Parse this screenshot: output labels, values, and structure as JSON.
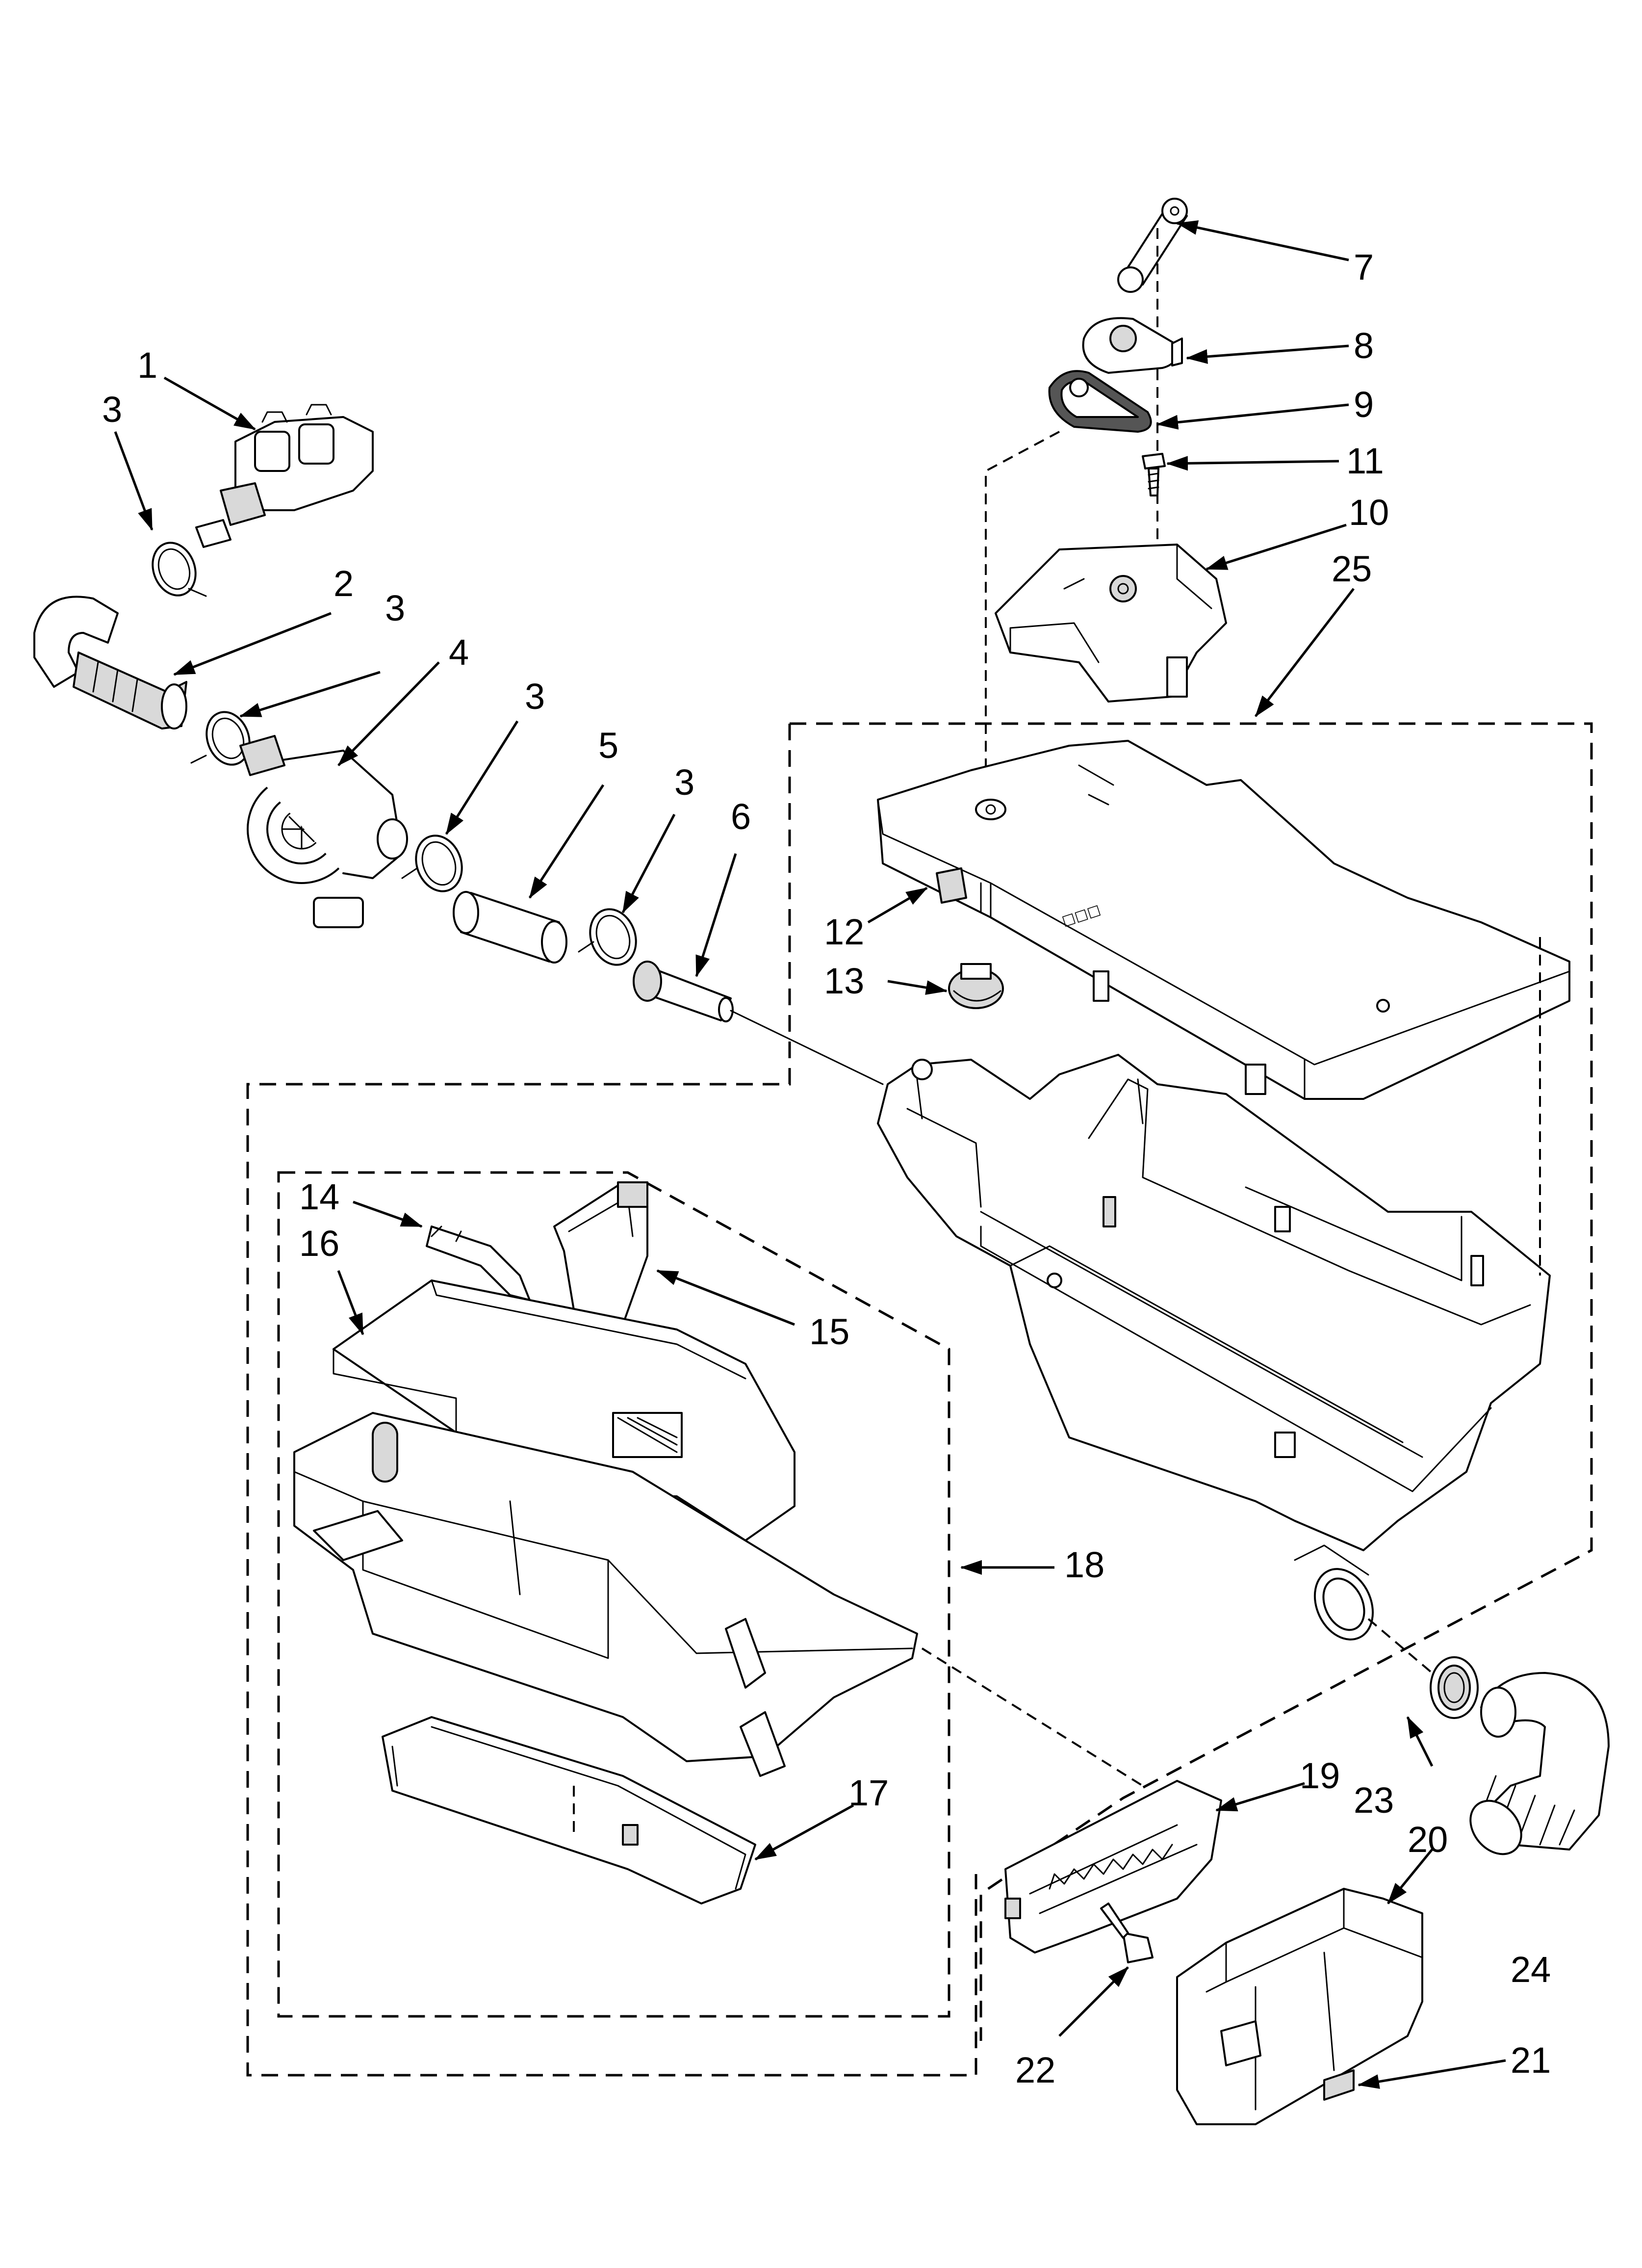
{
  "diagram": {
    "labels": {
      "p1": "1",
      "p2": "2",
      "p3a": "3",
      "p3b": "3",
      "p3c": "3",
      "p3d": "3",
      "p4": "4",
      "p5": "5",
      "p6": "6",
      "p7": "7",
      "p8": "8",
      "p9": "9",
      "p10": "10",
      "p11": "11",
      "p12": "12",
      "p13": "13",
      "p14": "14",
      "p15": "15",
      "p16": "16",
      "p17": "17",
      "p18": "18",
      "p19": "19",
      "p20": "20",
      "p21": "21",
      "p22": "22",
      "p23": "23",
      "p24": "24",
      "p25": "25"
    },
    "colors": {
      "line": "#000000",
      "background": "#ffffff",
      "shade": "#d9d9d9"
    }
  }
}
